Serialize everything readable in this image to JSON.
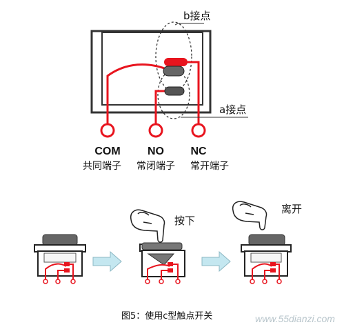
{
  "diagram": {
    "b_contact_label": "b接点",
    "a_contact_label": "a接点",
    "terminals": [
      {
        "code": "COM",
        "name": "共同端子"
      },
      {
        "code": "NO",
        "name": "常闭端子"
      },
      {
        "code": "NC",
        "name": "常开端子"
      }
    ]
  },
  "sequence": {
    "press_label": "按下",
    "release_label": "离开"
  },
  "caption": "图5：使用c型触点开关",
  "watermark": "www.55dianzi.com",
  "colors": {
    "wire": "#e8141e",
    "box_stroke": "#333333",
    "contact_dark": "#444444",
    "arrow": "#bfe6ef"
  }
}
